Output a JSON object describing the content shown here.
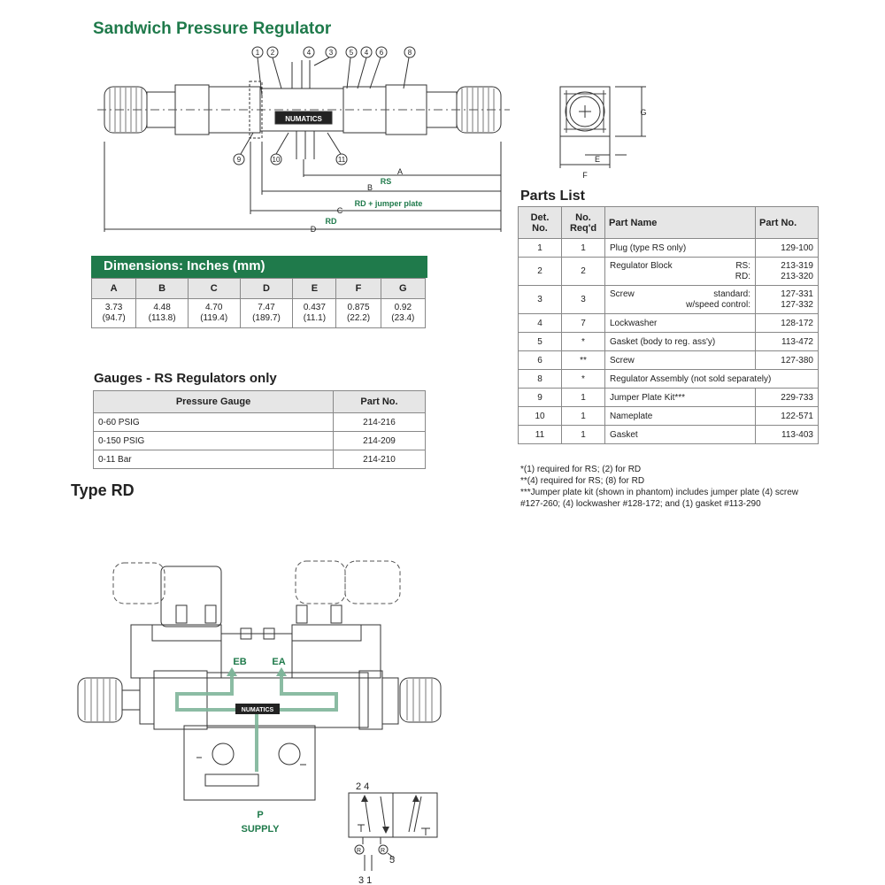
{
  "title": "Sandwich Pressure Regulator",
  "drawing": {
    "callouts": [
      "1",
      "2",
      "4",
      "3",
      "5",
      "4",
      "6",
      "8",
      "9",
      "10",
      "11"
    ],
    "dims": {
      "A": "A",
      "B": "B",
      "C": "C",
      "D": "D",
      "RS": "RS",
      "RD_jumper": "RD + jumper plate",
      "RD": "RD"
    },
    "side_dims": {
      "G": "G",
      "E": "E",
      "F": "F"
    },
    "nameplate": "NUMATICS"
  },
  "dimensions": {
    "title": "Dimensions: Inches (mm)",
    "headers": [
      "A",
      "B",
      "C",
      "D",
      "E",
      "F",
      "G"
    ],
    "inches": [
      "3.73",
      "4.48",
      "4.70",
      "7.47",
      "0.437",
      "0.875",
      "0.92"
    ],
    "mm": [
      "(94.7)",
      "(113.8)",
      "(119.4)",
      "(189.7)",
      "(11.1)",
      "(22.2)",
      "(23.4)"
    ]
  },
  "gauges": {
    "title": "Gauges - RS Regulators only",
    "headers": [
      "Pressure Gauge",
      "Part No."
    ],
    "rows": [
      {
        "gauge": "0-60 PSIG",
        "part": "214-216"
      },
      {
        "gauge": "0-150 PSIG",
        "part": "214-209"
      },
      {
        "gauge": "0-11 Bar",
        "part": "214-210"
      }
    ]
  },
  "parts": {
    "title": "Parts List",
    "headers": {
      "det": "Det.",
      "det2": "No.",
      "req": "No.",
      "req2": "Req'd",
      "name": "Part Name",
      "pn": "Part No."
    },
    "rows": [
      {
        "det": "1",
        "req": "1",
        "name": "Plug (type RS only)",
        "pn": "129-100"
      },
      {
        "det": "2",
        "req": "2",
        "name": "Regulator Block",
        "name_a": "RS:",
        "name_b": "RD:",
        "pn": "213-319",
        "pn2": "213-320"
      },
      {
        "det": "3",
        "req": "3",
        "name": "Screw",
        "name_a": "standard:",
        "name_b": "w/speed control:",
        "pn": "127-331",
        "pn2": "127-332"
      },
      {
        "det": "4",
        "req": "7",
        "name": "Lockwasher",
        "pn": "128-172"
      },
      {
        "det": "5",
        "req": "*",
        "name": "Gasket (body to reg. ass'y)",
        "pn": "113-472"
      },
      {
        "det": "6",
        "req": "**",
        "name": "Screw",
        "pn": "127-380"
      },
      {
        "det": "8",
        "req": "*",
        "name": "Regulator Assembly (not sold separately)",
        "pn": ""
      },
      {
        "det": "9",
        "req": "1",
        "name": "Jumper Plate Kit***",
        "pn": "229-733"
      },
      {
        "det": "10",
        "req": "1",
        "name": "Nameplate",
        "pn": "122-571"
      },
      {
        "det": "11",
        "req": "1",
        "name": "Gasket",
        "pn": "113-403"
      }
    ],
    "footnotes": [
      "*(1) required for RS; (2) for RD",
      "**(4) required for RS; (8) for RD",
      "***Jumper plate kit (shown in phantom) includes jumper plate (4) screw #127-260; (4) lockwasher #128-172; and (1) gasket #113-290"
    ]
  },
  "type_rd": {
    "title": "Type RD",
    "eb": "EB",
    "ea": "EA",
    "p": "P",
    "supply": "SUPPLY",
    "sym_top": "2  4",
    "sym_5": "5",
    "sym_bottom": "3 1",
    "r": "R"
  }
}
